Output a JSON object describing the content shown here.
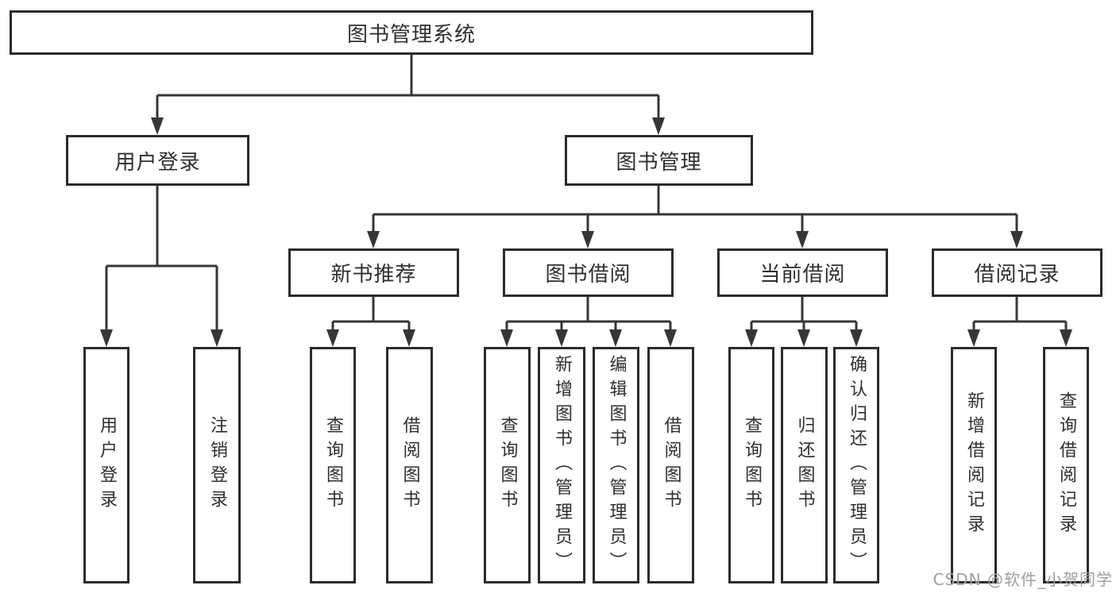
{
  "diagram": {
    "root": {
      "label": "图书管理系统"
    },
    "level2": [
      {
        "label": "用户登录"
      },
      {
        "label": "图书管理"
      }
    ],
    "level3": [
      {
        "label": "新书推荐"
      },
      {
        "label": "图书借阅"
      },
      {
        "label": "当前借阅"
      },
      {
        "label": "借阅记录"
      }
    ],
    "leaves": {
      "user_login": [
        "用户登录",
        "注销登录"
      ],
      "new_book": [
        "查询图书",
        "借阅图书"
      ],
      "book_borrow": [
        "查询图书",
        "新增图书（管理员）",
        "编辑图书（管理员）",
        "借阅图书"
      ],
      "current_borrow": [
        "查询图书",
        "归还图书",
        "确认归还（管理员）"
      ],
      "borrow_record": [
        "新增借阅记录",
        "查询借阅记录"
      ]
    },
    "line_color": "#363636",
    "border_color": "#2b2b2b",
    "text_color": "#2f2f2f"
  },
  "watermark": {
    "text": "CSDN @软件_小贺同学",
    "color": "#9e9e9e"
  }
}
